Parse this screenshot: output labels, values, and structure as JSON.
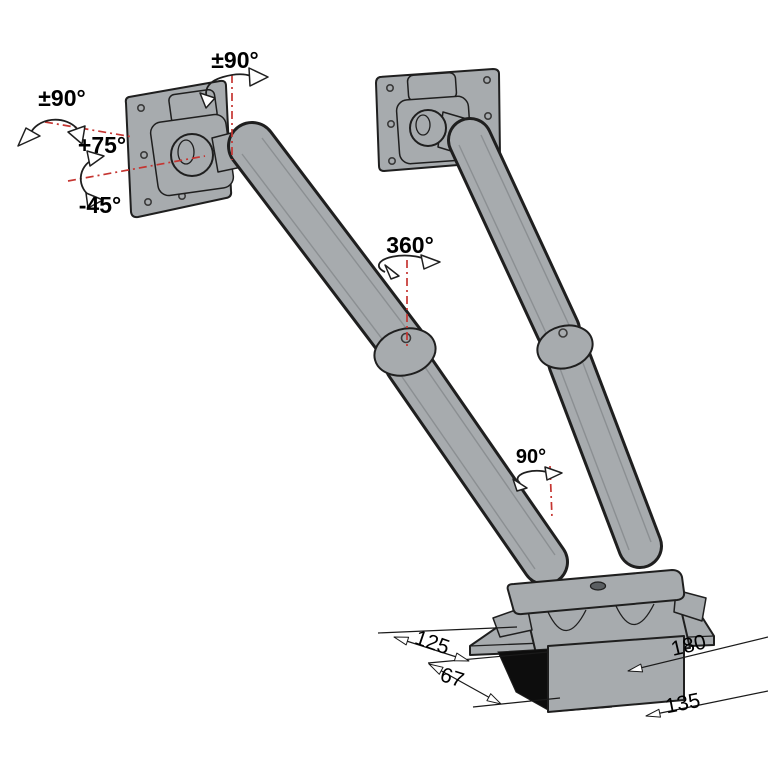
{
  "figure": {
    "type": "technical-illustration",
    "subject": "dual monitor desk-clamp arm showing rotation ranges and base dimensions"
  },
  "colors": {
    "background": "#ffffff",
    "body_fill": "#a7abae",
    "body_shade": "#8b8f92",
    "outline": "#1f1f1f",
    "axis_red": "#c53531",
    "dimension_line": "#1a1a1a",
    "label_color": "#000000",
    "shadow_black": "#0d0d0d"
  },
  "angle_labels": {
    "top_swivel": "±90°",
    "left_rotate": "±90°",
    "tilt_up": "+75°",
    "tilt_down": "-45°",
    "mid_rotation": "360°",
    "base_rotation": "90°"
  },
  "dimension_labels": {
    "rear_width": "125",
    "clamp_depth": "67",
    "base_width": "180",
    "front_width": "135"
  }
}
